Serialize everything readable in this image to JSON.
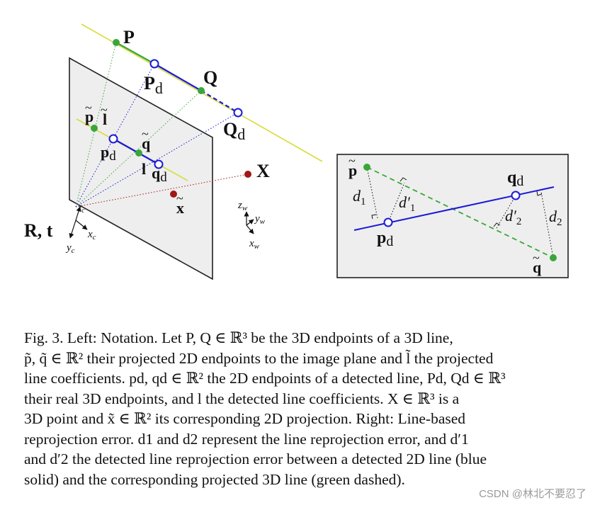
{
  "figure": {
    "left_panel": {
      "point_P": "P",
      "point_Q": "Q",
      "point_Pd": "P",
      "point_Pd_sub": "d",
      "point_Qd": "Q",
      "point_Qd_sub": "d",
      "point_p_tilde": "p",
      "line_l_tilde": "l",
      "point_pd": "p",
      "point_pd_sub": "d",
      "point_q_tilde": "q",
      "line_l": "l",
      "point_qd": "q",
      "point_qd_sub": "d",
      "point_X": "X",
      "point_x_tilde": "x",
      "camera_label": "R, t",
      "camera_axis_z": "z",
      "camera_axis_z_sub": "c",
      "camera_axis_x": "x",
      "camera_axis_x_sub": "c",
      "camera_axis_y": "y",
      "camera_axis_y_sub": "c",
      "world_axis_z": "z",
      "world_axis_z_sub": "w",
      "world_axis_y": "y",
      "world_axis_y_sub": "w",
      "world_axis_x": "x",
      "world_axis_x_sub": "w"
    },
    "right_panel": {
      "point_p_tilde": "p",
      "point_pd": "p",
      "point_pd_sub": "d",
      "point_qd": "q",
      "point_qd_sub": "d",
      "point_q_tilde": "q",
      "dist_d1": "d",
      "dist_d1_sub": "1",
      "dist_d1p": "d′",
      "dist_d1p_sub": "1",
      "dist_d2p": "d′",
      "dist_d2p_sub": "2",
      "dist_d2": "d",
      "dist_d2_sub": "2"
    },
    "colors": {
      "green": "#3aa63a",
      "blue": "#1a1ad6",
      "red": "#a01818",
      "yellow": "#d8dc3a",
      "panel_fill": "#eeeeee"
    }
  },
  "caption": {
    "line1": "Fig. 3.    Left: Notation. Let P, Q ∈ ℝ³ be the 3D endpoints of a 3D line,",
    "line2": "p̃, q̃ ∈ ℝ² their projected 2D endpoints to the image plane and l̃ the projected",
    "line3": "line coefficients. pd, qd ∈ ℝ² the 2D endpoints of a detected line, Pd, Qd ∈ ℝ³",
    "line4": "their real 3D endpoints, and l the detected line coefficients. X ∈ ℝ³ is a",
    "line5": "3D point and x̃ ∈ ℝ² its corresponding 2D projection. Right: Line-based",
    "line6": "reprojection error. d1 and d2 represent the line reprojection error, and d′1",
    "line7": "and d′2 the detected line reprojection error between a detected 2D line (blue",
    "line8": "solid) and the corresponding projected 3D line (green dashed)."
  },
  "watermark": "CSDN @林北不要忍了"
}
